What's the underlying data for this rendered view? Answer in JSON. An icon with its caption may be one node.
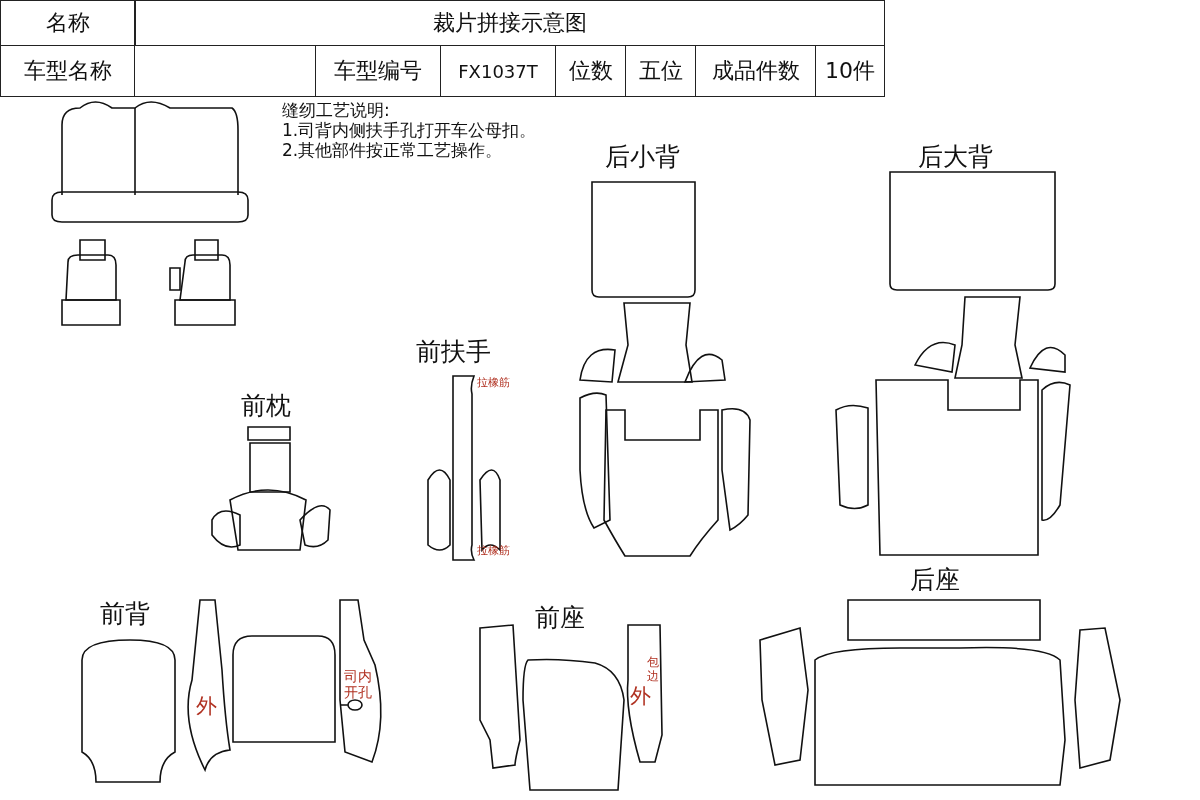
{
  "diagram": {
    "labels": [
      "名称",
      "裁片拼接示意图",
      "车型名称",
      "车型编号",
      "FX1037T",
      "位数",
      "五位",
      "成品件数",
      "10件",
      "缝纫工艺说明:",
      "1.司背内侧扶手孔打开车公母扣。",
      "2.其他部件按正常工艺操作。",
      "后小背",
      "后大背",
      "前扶手",
      "拉橡筋",
      "拉橡筋",
      "前枕",
      "前背",
      "外",
      "司内开孔",
      "前座",
      "包边",
      "外",
      "后座"
    ]
  }
}
